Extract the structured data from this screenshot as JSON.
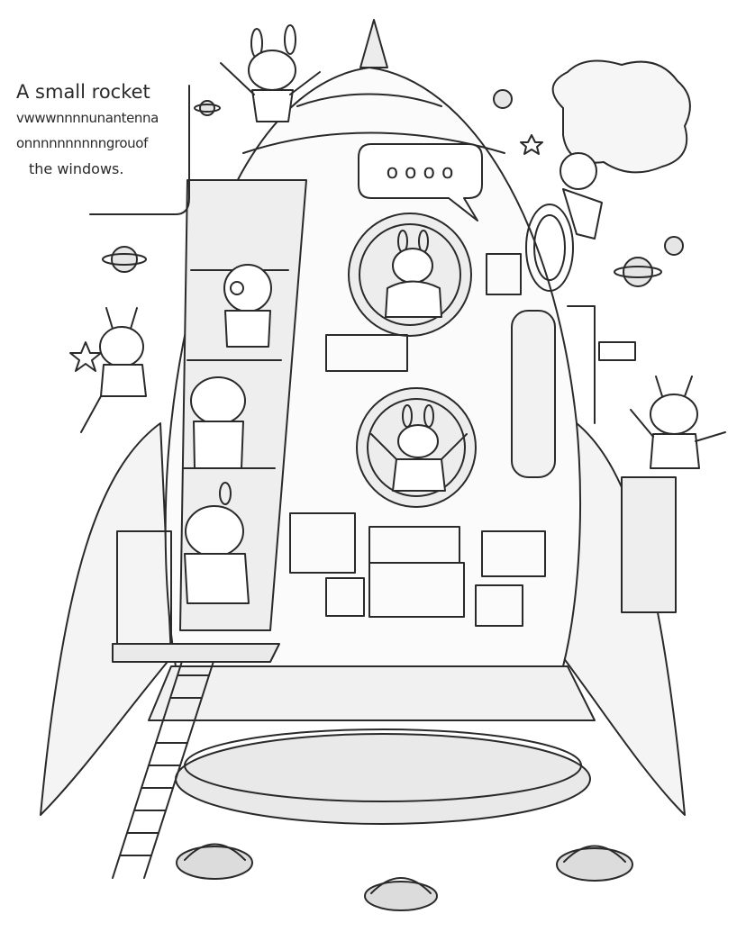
{
  "caption": {
    "line1": "A small rocket",
    "line2": "vwwwnnnnunantenna",
    "line3": "onnnnnnnnnngrouof",
    "line4": "the windows."
  },
  "speech_bubble": {
    "text": "o o o o"
  },
  "colors": {
    "ink": "#2a2a2a",
    "paper": "#ffffff",
    "shade": "#d8d8d8"
  }
}
